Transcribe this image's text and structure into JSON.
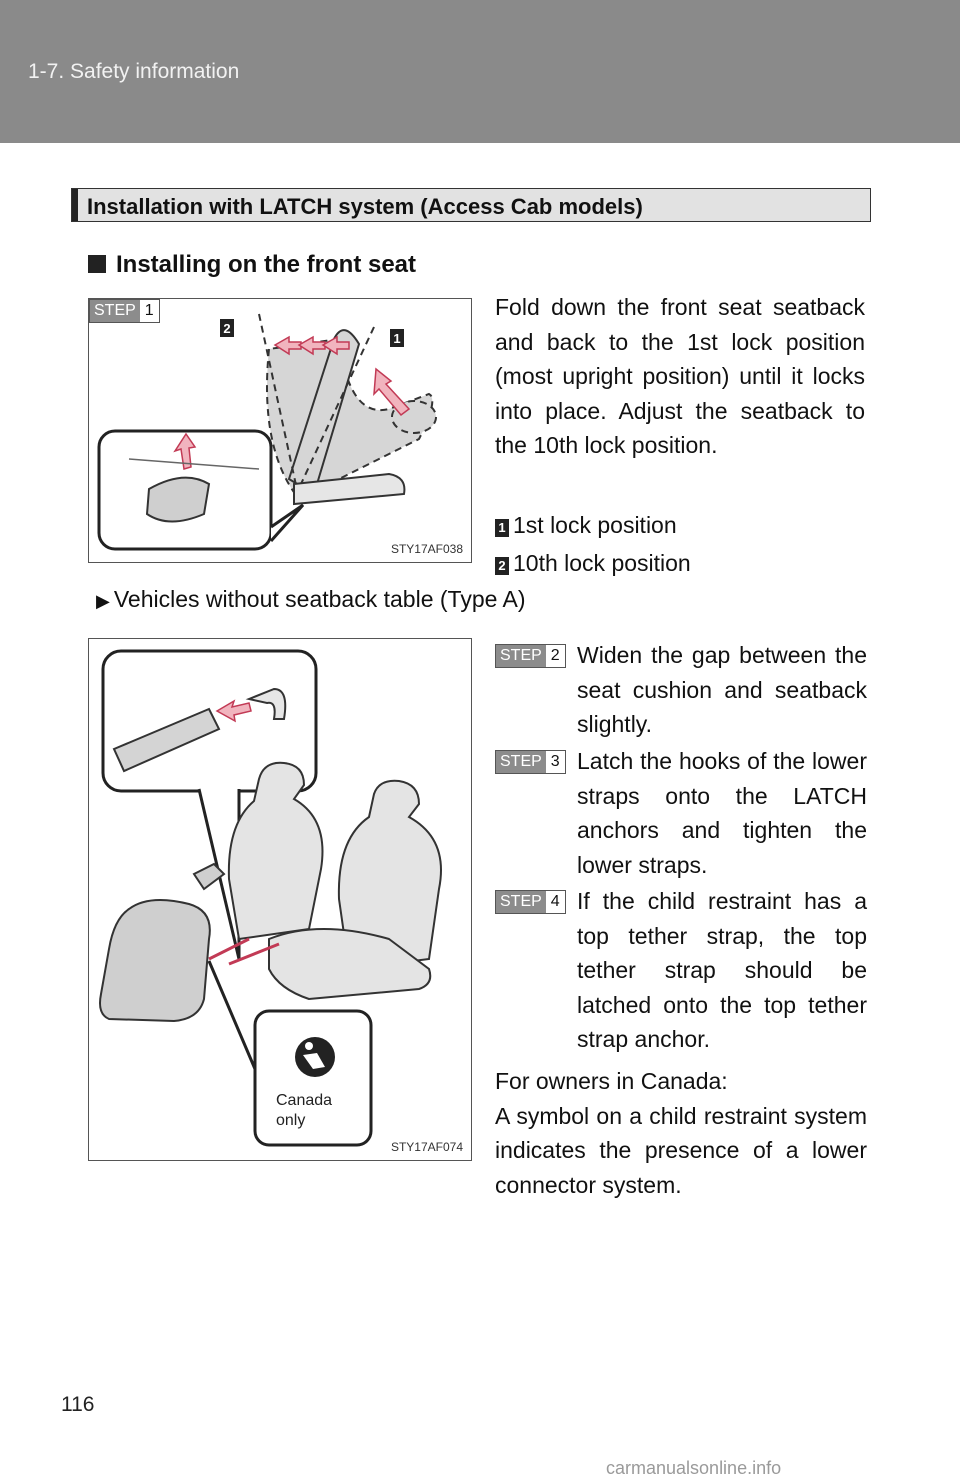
{
  "header": {
    "section": "1-7. Safety information"
  },
  "section_title": "Installation with LATCH system (Access Cab models)",
  "subhead": "Installing on the front seat",
  "step_label": "STEP",
  "figure1": {
    "step_number": "1",
    "code": "STY17AF038",
    "callouts": [
      "1",
      "2"
    ]
  },
  "step1_text": "Fold down the front seat seatback and back to the 1st lock position (most upright position) until it locks into place. Adjust the seatback to the 10th lock position.",
  "legend": [
    {
      "num": "1",
      "label": "1st lock position"
    },
    {
      "num": "2",
      "label": "10th lock position"
    }
  ],
  "vehicle_note": "Vehicles without seatback table (Type A)",
  "figure2": {
    "code": "STY17AF074",
    "symbol_caption_line1": "Canada",
    "symbol_caption_line2": "only"
  },
  "steps": [
    {
      "number": "2",
      "text": "Widen the gap between the seat cushion and seatback slightly."
    },
    {
      "number": "3",
      "text": "Latch the hooks of the lower straps onto the LATCH anchors and tighten the lower straps."
    },
    {
      "number": "4",
      "text": "If the child restraint has a top tether strap, the top tether strap should be latched onto the top tether strap anchor."
    }
  ],
  "canada_heading": "For owners in Canada:",
  "canada_text": "A symbol on a child restraint system indicates the presence of a lower connector system.",
  "page_number": "116",
  "watermark": "carmanualsonline.info",
  "colors": {
    "header_bg": "#8a8a8a",
    "arrow_pink": "#e8909c",
    "seat_gray": "#cfcfcf"
  }
}
